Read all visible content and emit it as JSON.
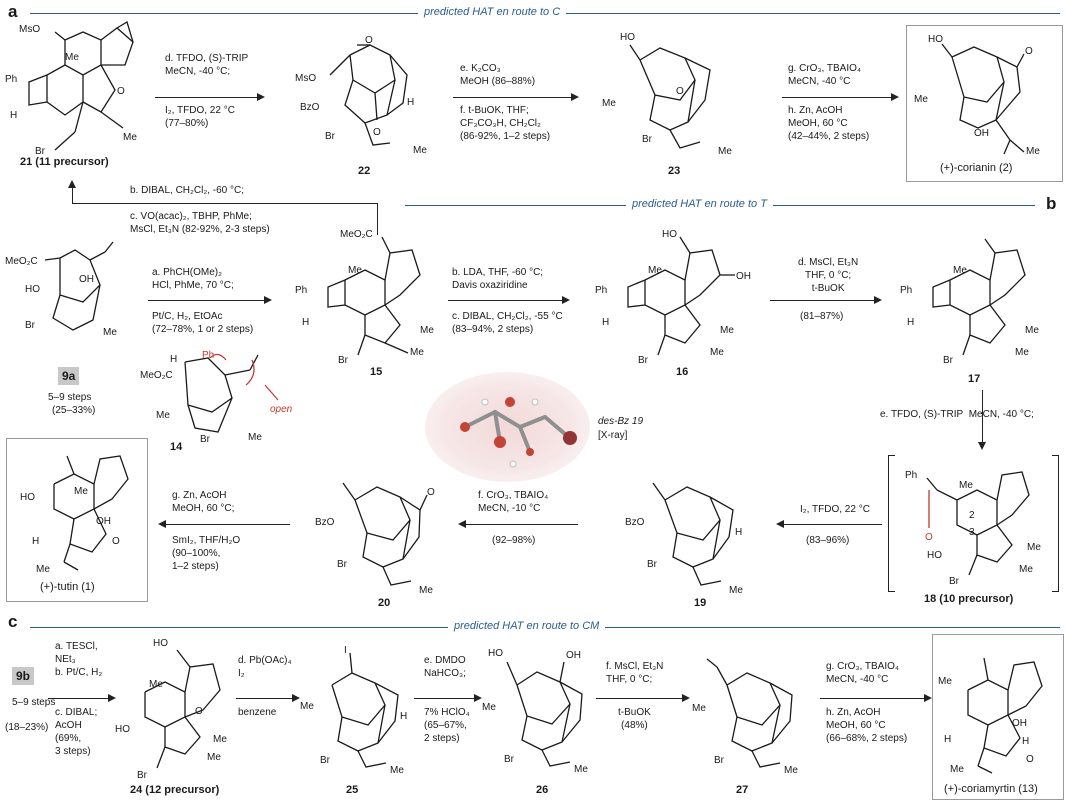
{
  "sections": {
    "a": {
      "letter": "a",
      "title": "predicted HAT en route to C"
    },
    "b": {
      "letter": "b",
      "title": "predicted HAT en route to T"
    },
    "c": {
      "letter": "c",
      "title": "predicted HAT en route to CM"
    }
  },
  "compounds": {
    "c21": "21 (11 precursor)",
    "c22": "22",
    "c23": "23",
    "coriamin": "(+)-corianin (2)",
    "c9a": "9a",
    "c9a_steps": "5–9 steps",
    "c9a_yield": "(25–33%)",
    "c15": "15",
    "c14": "14",
    "c16": "16",
    "c17": "17",
    "c18": "18 (10 precursor)",
    "c19": "19",
    "c20": "20",
    "tutin": "(+)-tutin (1)",
    "desBz": "des-Bz 19",
    "xray": "[X-ray]",
    "open": "open",
    "c9b": "9b",
    "c9b_steps": "5–9 steps",
    "c9b_yield": "(18–23%)",
    "c24": "24 (12 precursor)",
    "c25": "25",
    "c26": "26",
    "c27": "27",
    "coriamyrtin": "(+)-coriamyrtin (13)"
  },
  "conditions": {
    "a1": [
      "d. TFDO, (S)-TRIP",
      "MeCN, -40 °C;",
      "I₂, TFDO, 22 °C",
      "(77–80%)"
    ],
    "a2": [
      "e. K₂CO₃",
      "MeOH (86–88%)",
      "f. t-BuOK, THF;",
      "CF₃CO₃H, CH₂Cl₂",
      "(86-92%, 1–2 steps)"
    ],
    "a3": [
      "g. CrO₃, TBAIO₄",
      "MeCN, -40 °C",
      "h. Zn, AcOH",
      "MeOH, 60 °C",
      "(42–44%, 2 steps)"
    ],
    "a4": [
      "b. DIBAL, CH₂Cl₂, -60 °C;",
      "c. VO(acac)₂, TBHP, PhMe;",
      "MsCl, Et₃N (82-92%, 2-3 steps)"
    ],
    "b1": [
      "a. PhCH(OMe)₂",
      "HCl, PhMe, 70 °C;",
      "Pt/C, H₂, EtOAc",
      "(72–78%, 1 or 2 steps)"
    ],
    "b2": [
      "b. LDA, THF, -60 °C;",
      "Davis oxaziridine",
      "c. DIBAL, CH₂Cl₂, -55 °C",
      "(83–94%, 2 steps)"
    ],
    "b3": [
      "d. MsCl, Et₃N",
      "THF, 0 °C;",
      "t-BuOK",
      "(81–87%)"
    ],
    "b4": [
      "e. TFDO, (S)-TRIP",
      "MeCN, -40 °C;"
    ],
    "b5": [
      "I₂, TFDO, 22 °C",
      "(83–96%)"
    ],
    "b6": [
      "f. CrO₃, TBAIO₄",
      "MeCN, -10 °C",
      "(92–98%)"
    ],
    "b7": [
      "g. Zn, AcOH",
      "MeOH, 60 °C;",
      "SmI₂, THF/H₂O",
      "(90–100%,",
      "1–2 steps)"
    ],
    "c1": [
      "a. TESCl,",
      "NEt₃",
      "b. Pt/C, H₂",
      "c. DIBAL;",
      "AcOH",
      "(69%,",
      "3 steps)"
    ],
    "c2": [
      "d. Pb(OAc)₄",
      "I₂",
      "benzene"
    ],
    "c3": [
      "e. DMDO",
      "NaHCO₃;",
      "7% HClO₄",
      "(65–67%,",
      "2 steps)"
    ],
    "c4": [
      "f. MsCl, Et₃N",
      "THF, 0 °C;",
      "t-BuOK",
      "(48%)"
    ],
    "c5": [
      "g. CrO₃, TBAIO₄",
      "MeCN, -40 °C",
      "h. Zn, AcOH",
      "MeOH, 60 °C",
      "(66–68%, 2 steps)"
    ]
  },
  "atoms": {
    "Ms": "MsO",
    "Ph": "Ph",
    "H": "H",
    "Me": "Me",
    "Br": "Br",
    "O": "O",
    "Bz": "BzO",
    "HO": "HO",
    "OH": "OH",
    "MeO2C": "MeO₂C",
    "I": "I",
    "n2": "2",
    "n3": "3"
  }
}
